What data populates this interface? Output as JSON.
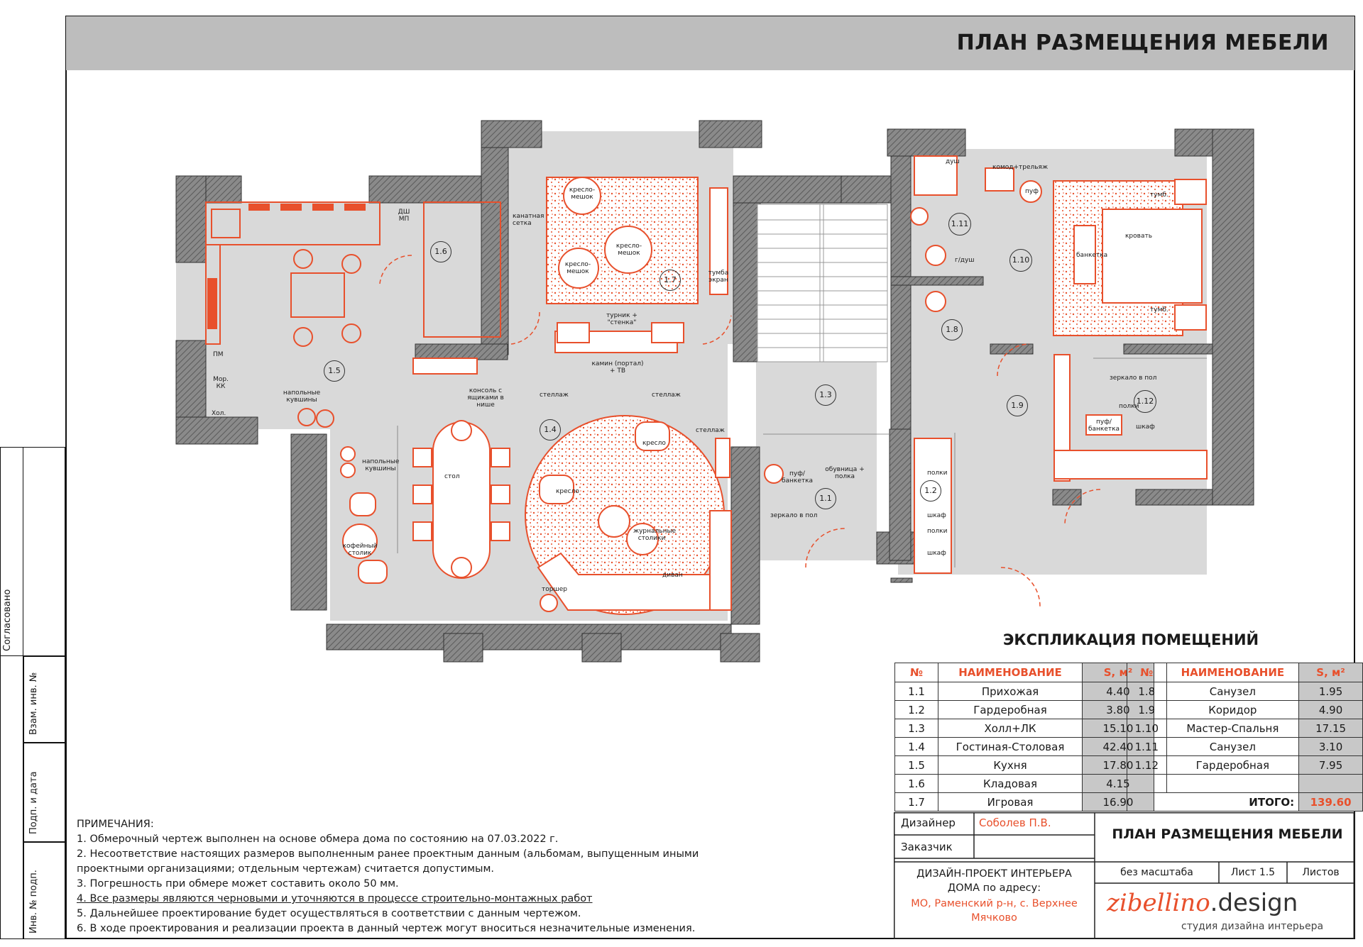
{
  "header": {
    "title": "ПЛАН РАЗМЕЩЕНИЯ МЕБЕЛИ"
  },
  "side_stamp": {
    "agreed": "Согласовано",
    "replace_inv": "Взам. инв. №",
    "sign_date": "Подп. и дата",
    "inv_no": "Инв. № подп."
  },
  "plan_labels": {
    "room_1_1": "1.1",
    "room_1_2": "1.2",
    "room_1_3": "1.3",
    "room_1_4": "1.4",
    "room_1_5": "1.5",
    "room_1_6": "1.6",
    "room_1_7": "1.7",
    "room_1_8": "1.8",
    "room_1_9": "1.9",
    "room_1_10": "1.10",
    "room_1_11": "1.11",
    "room_1_12": "1.12",
    "dishwasher": "ДШ МП",
    "freezer": "Мор. КК",
    "fridge": "Хол.",
    "pm": "ПМ",
    "jugs1": "напольные кувшины",
    "jugs2": "напольные кувшины",
    "table": "стол",
    "coffee_table": "кофейный столик",
    "armchair1": "кресло",
    "armchair2": "кресло",
    "journal_tables": "журнальные столики",
    "sofa": "диван",
    "floor_lamp": "торшер",
    "shelf1": "стеллаж",
    "shelf2": "стеллаж",
    "shelf3": "стеллаж",
    "console": "консоль с ящиками в нише",
    "fireplace": "камин (портал) + ТВ",
    "bean1": "кресло-мешок",
    "bean2": "кресло-мешок",
    "bean3": "кресло-мешок",
    "turnik": "турник + \"стенка\"",
    "rope": "канатная сетка",
    "tumba_screen": "тумба экран",
    "pouf_bench": "пуф/ банкетка",
    "shoe_shelf": "обувница + полка",
    "mirror_floor": "зеркало в пол",
    "shelves1": "полки",
    "wardrobe1": "шкаф",
    "shelves2": "полки",
    "wardrobe2": "шкаф",
    "shower": "душ",
    "hygienic_shower": "г/душ",
    "dresser": "комод+трельяж",
    "pouf": "пуф",
    "bed": "кровать",
    "bench": "банкетка",
    "nightstand1": "тумб.",
    "nightstand2": "тумб.",
    "mirror_floor2": "зеркало в пол",
    "shelves3": "полки",
    "pouf_bench2": "пуф/ банкетка",
    "wardrobe3": "шкаф"
  },
  "explication": {
    "title": "ЭКСПЛИКАЦИЯ ПОМЕЩЕНИЙ",
    "headers": {
      "no": "№",
      "name": "НАИМЕНОВАНИЕ",
      "area": "S, м²"
    },
    "left": [
      {
        "no": "1.1",
        "name": "Прихожая",
        "area": "4.40"
      },
      {
        "no": "1.2",
        "name": "Гардеробная",
        "area": "3.80"
      },
      {
        "no": "1.3",
        "name": "Холл+ЛК",
        "area": "15.10"
      },
      {
        "no": "1.4",
        "name": "Гостиная-Столовая",
        "area": "42.40"
      },
      {
        "no": "1.5",
        "name": "Кухня",
        "area": "17.80"
      },
      {
        "no": "1.6",
        "name": "Кладовая",
        "area": "4.15"
      },
      {
        "no": "1.7",
        "name": "Игровая",
        "area": "16.90"
      }
    ],
    "right": [
      {
        "no": "1.8",
        "name": "Санузел",
        "area": "1.95"
      },
      {
        "no": "1.9",
        "name": "Коридор",
        "area": "4.90"
      },
      {
        "no": "1.10",
        "name": "Мастер-Спальня",
        "area": "17.15"
      },
      {
        "no": "1.11",
        "name": "Санузел",
        "area": "3.10"
      },
      {
        "no": "1.12",
        "name": "Гардеробная",
        "area": "7.95"
      }
    ],
    "total_label": "ИТОГО:",
    "total_value": "139.60"
  },
  "notes": {
    "title": "ПРИМЕЧАНИЯ:",
    "items": [
      "1. Обмерочный чертеж выполнен на основе обмера дома по состоянию на 07.03.2022 г.",
      "2. Несоответствие настоящих размеров выполненным ранее проектным данным (альбомам, выпущенным иными",
      "проектными организациями; отдельным чертежам) считается допустимым.",
      "3. Погрешность при обмере может составить около 50 мм.",
      "4. Все размеры являются черновыми и уточняются в процессе строительно-монтажных работ",
      "5. Дальнейшее проектирование будет осуществляться в соответствии с данным чертежом.",
      "6. В ходе проектирования и реализации проекта в данный чертеж могут вноситься незначительные изменения."
    ]
  },
  "stamp": {
    "designer_label": "Дизайнер",
    "designer_name": "Соболев П.В.",
    "customer_label": "Заказчик",
    "sheet_title": "ПЛАН РАЗМЕЩЕНИЯ МЕБЕЛИ",
    "project_line1": "ДИЗАЙН-ПРОЕКТ ИНТЕРЬЕРА",
    "project_line2": "ДОМА по адресу:",
    "address": "МО, Раменский р-н, с. Верхнее Мячково",
    "scale": "без масштаба",
    "sheet": "Лист 1.5",
    "sheets": "Листов",
    "brand_a": "zibellino",
    "brand_b": ".design",
    "brand_sub": "студия дизайна интерьера"
  },
  "colors": {
    "accent": "#e8502c",
    "wall": "#6b6b6b",
    "floor": "#d9d9d9",
    "header": "#bdbdbd"
  }
}
